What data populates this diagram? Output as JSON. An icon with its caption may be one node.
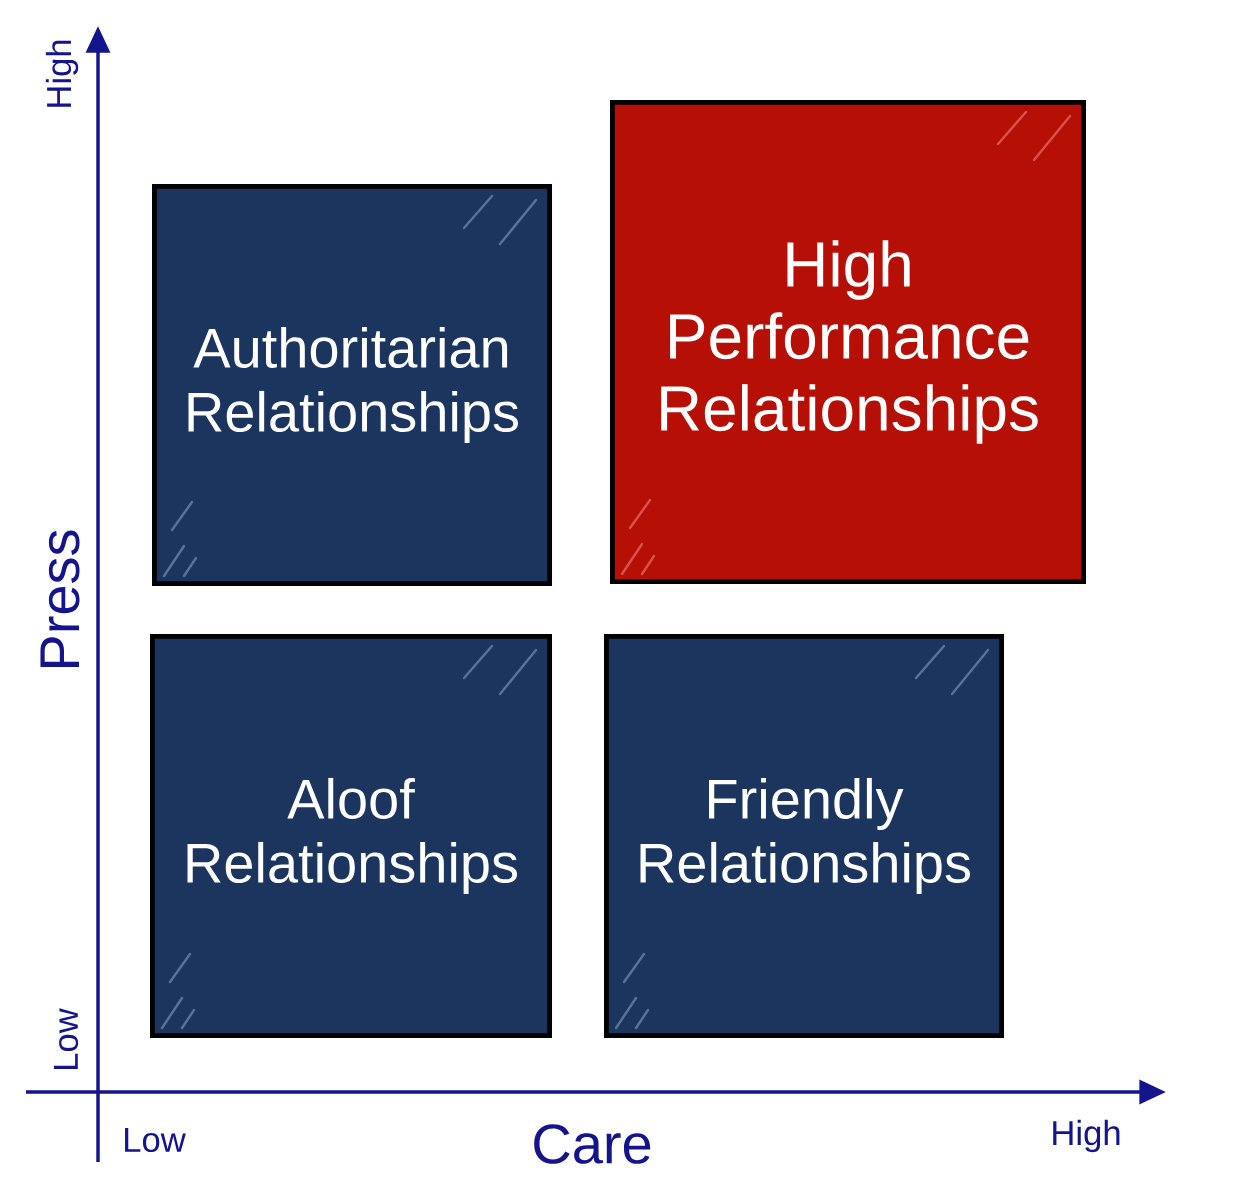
{
  "diagram": {
    "nodes": [
      {
        "text": [
          "Authoritarian Relationships"
        ]
      },
      {
        "text": [
          "High Performance Relationships"
        ]
      },
      {
        "text": [
          "Aloof Relationships"
        ]
      },
      {
        "text": [
          "Friendly Relationships"
        ]
      }
    ],
    "labels": [
      "High",
      "Press",
      "Low",
      "Low",
      "Care",
      "High"
    ]
  }
}
